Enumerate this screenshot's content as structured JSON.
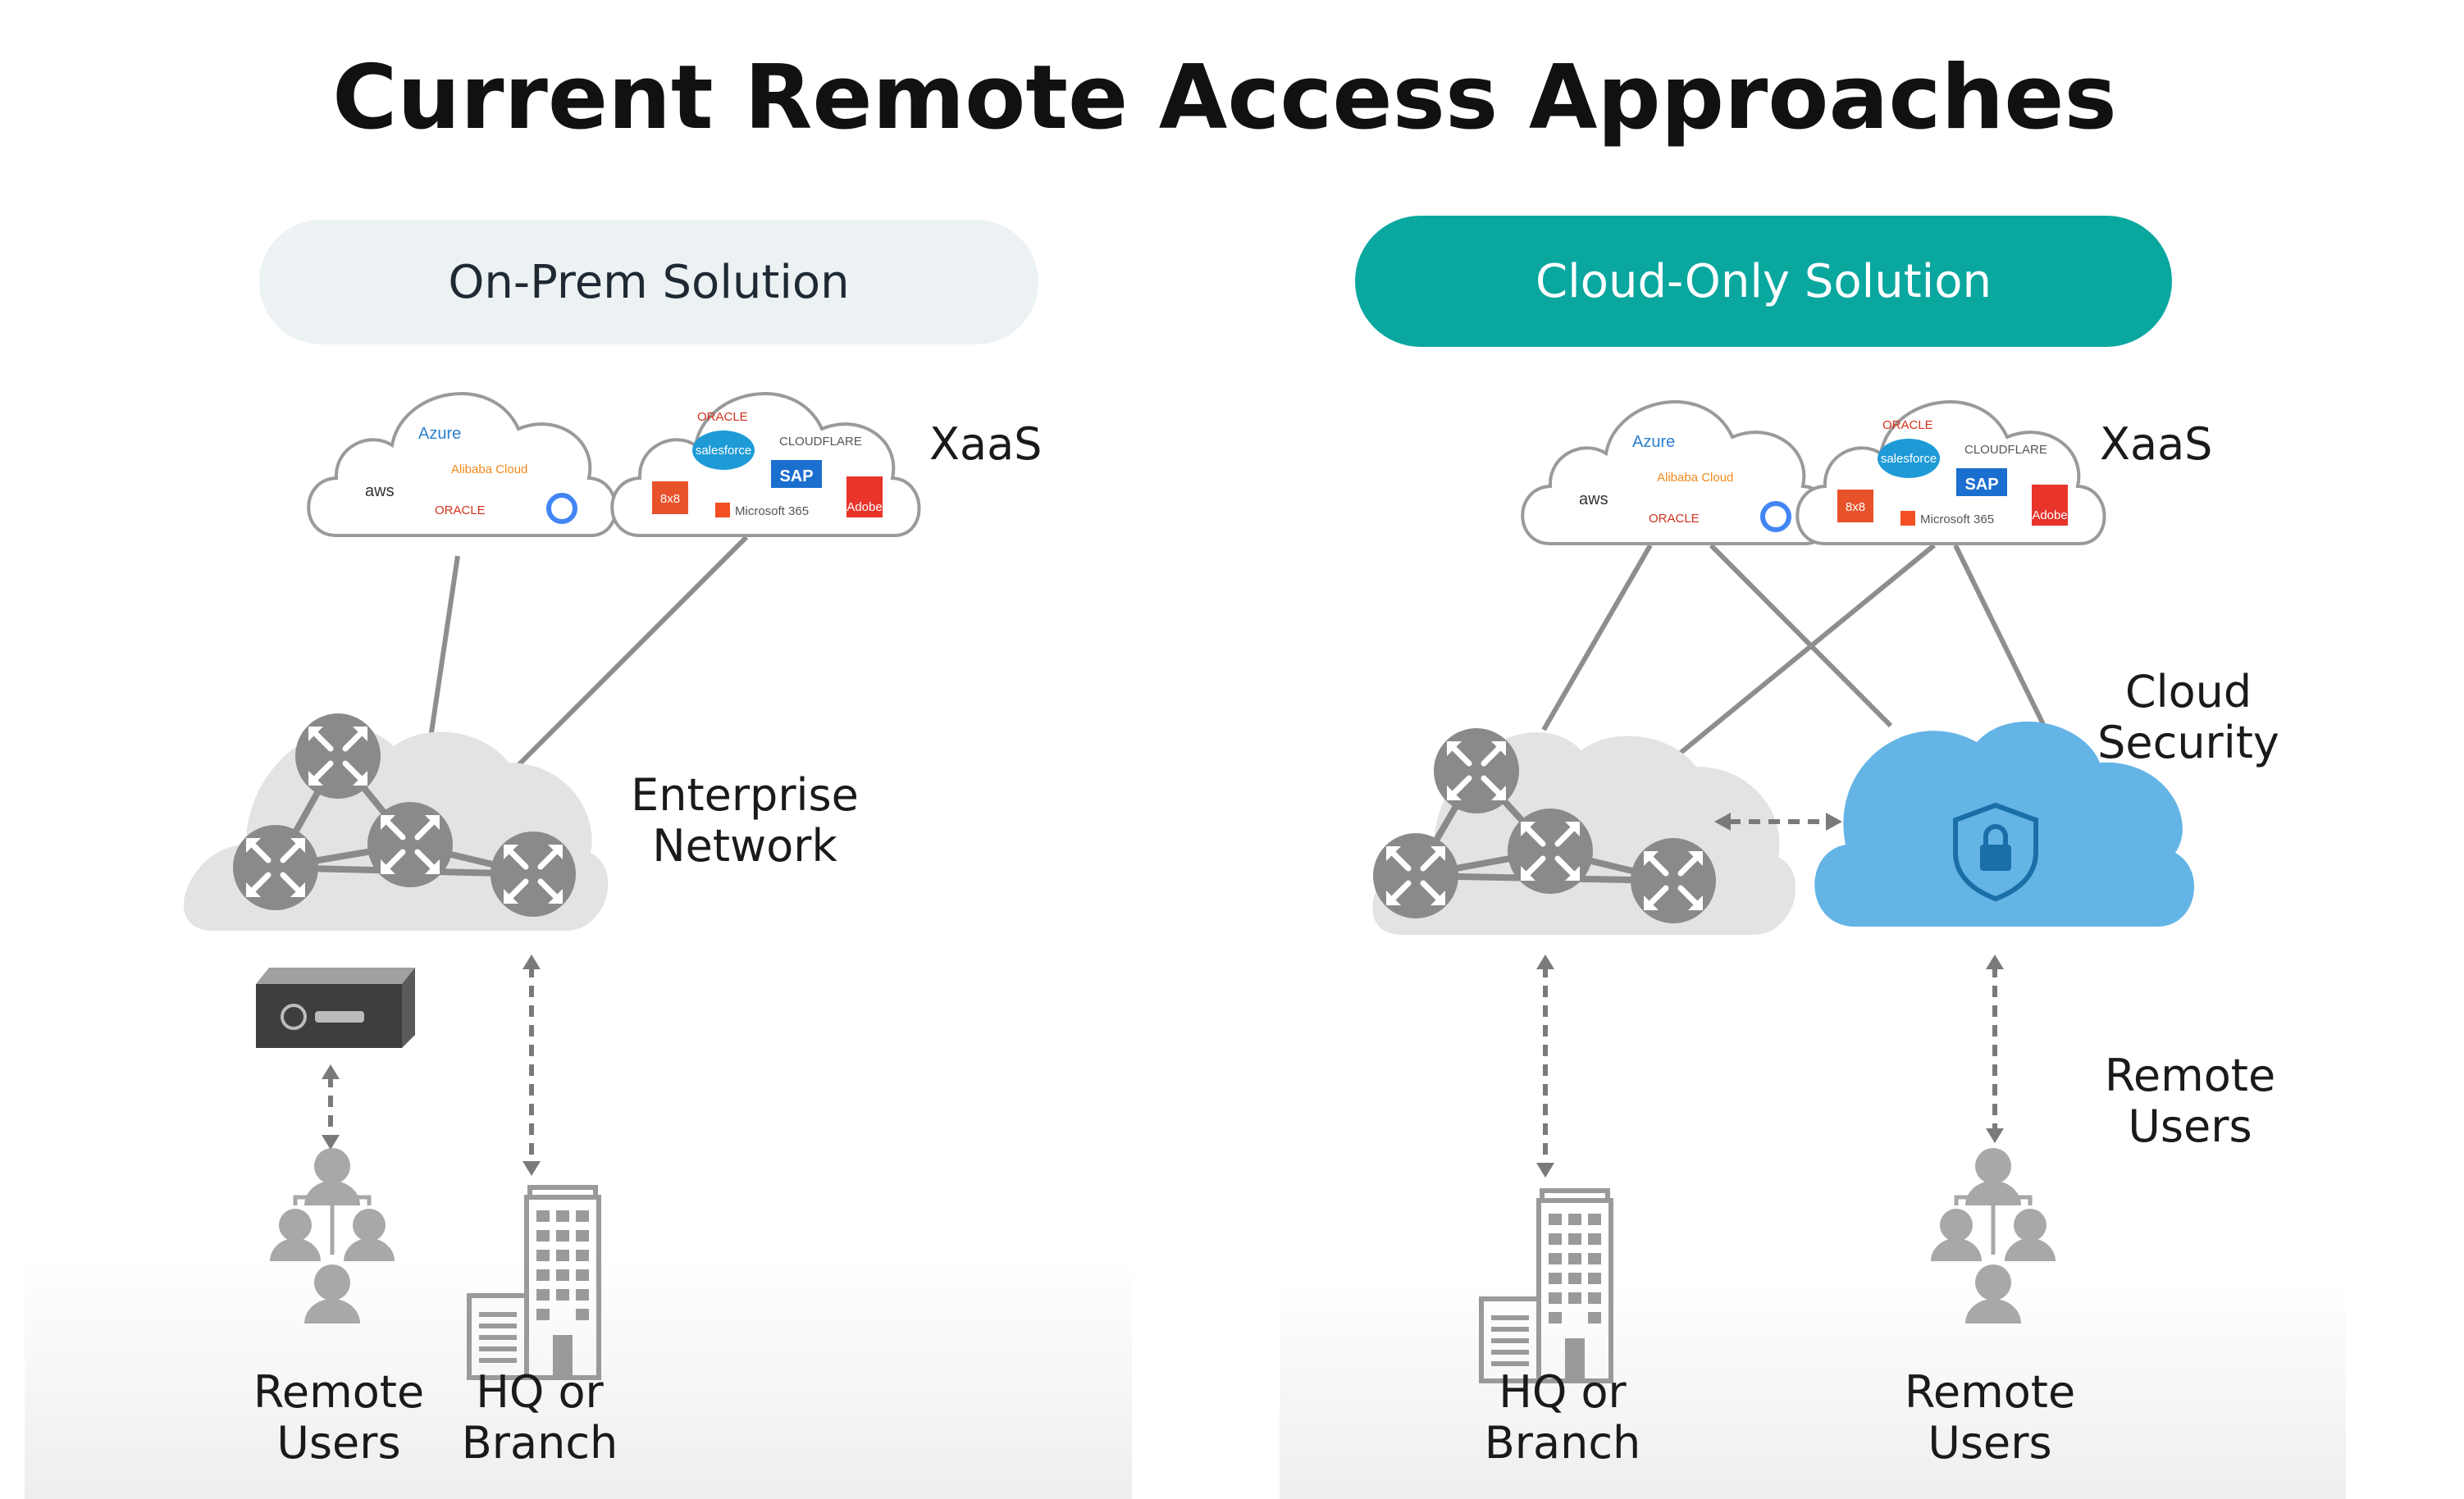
{
  "title": "Current Remote Access Approaches",
  "colors": {
    "onprem_pill": "#ecf1f3",
    "cloud_pill": "#0aa79f",
    "cloud_security": "#64b4e6",
    "network_cloud": "#e3e3e3",
    "router": "#8a8a8a",
    "people": "#a8a8a8",
    "link": "#8e8e8e"
  },
  "onprem": {
    "pill_label": "On-Prem Solution",
    "xaas_label": "XaaS",
    "network_label": [
      "Enterprise",
      "Network"
    ],
    "users_label": [
      "Remote",
      "Users"
    ],
    "branch_label": [
      "HQ or",
      "Branch"
    ]
  },
  "cloud": {
    "pill_label": "Cloud-Only Solution",
    "xaas_label": "XaaS",
    "security_label": [
      "Cloud",
      "Security"
    ],
    "remote_label": [
      "Remote",
      "Users"
    ],
    "branch_label": [
      "HQ or",
      "Branch"
    ],
    "users_label": [
      "Remote",
      "Users"
    ]
  },
  "cloud_logos_a": [
    "Azure",
    "Alibaba Cloud",
    "aws",
    "ORACLE"
  ],
  "cloud_logos_b": [
    "ORACLE",
    "salesforce",
    "CLOUDFLARE",
    "SAP",
    "8x8",
    "Microsoft 365",
    "Adobe"
  ],
  "icons": [
    "router-icon",
    "vpn-appliance-icon",
    "people-group-icon",
    "building-icon",
    "shield-lock-icon"
  ]
}
